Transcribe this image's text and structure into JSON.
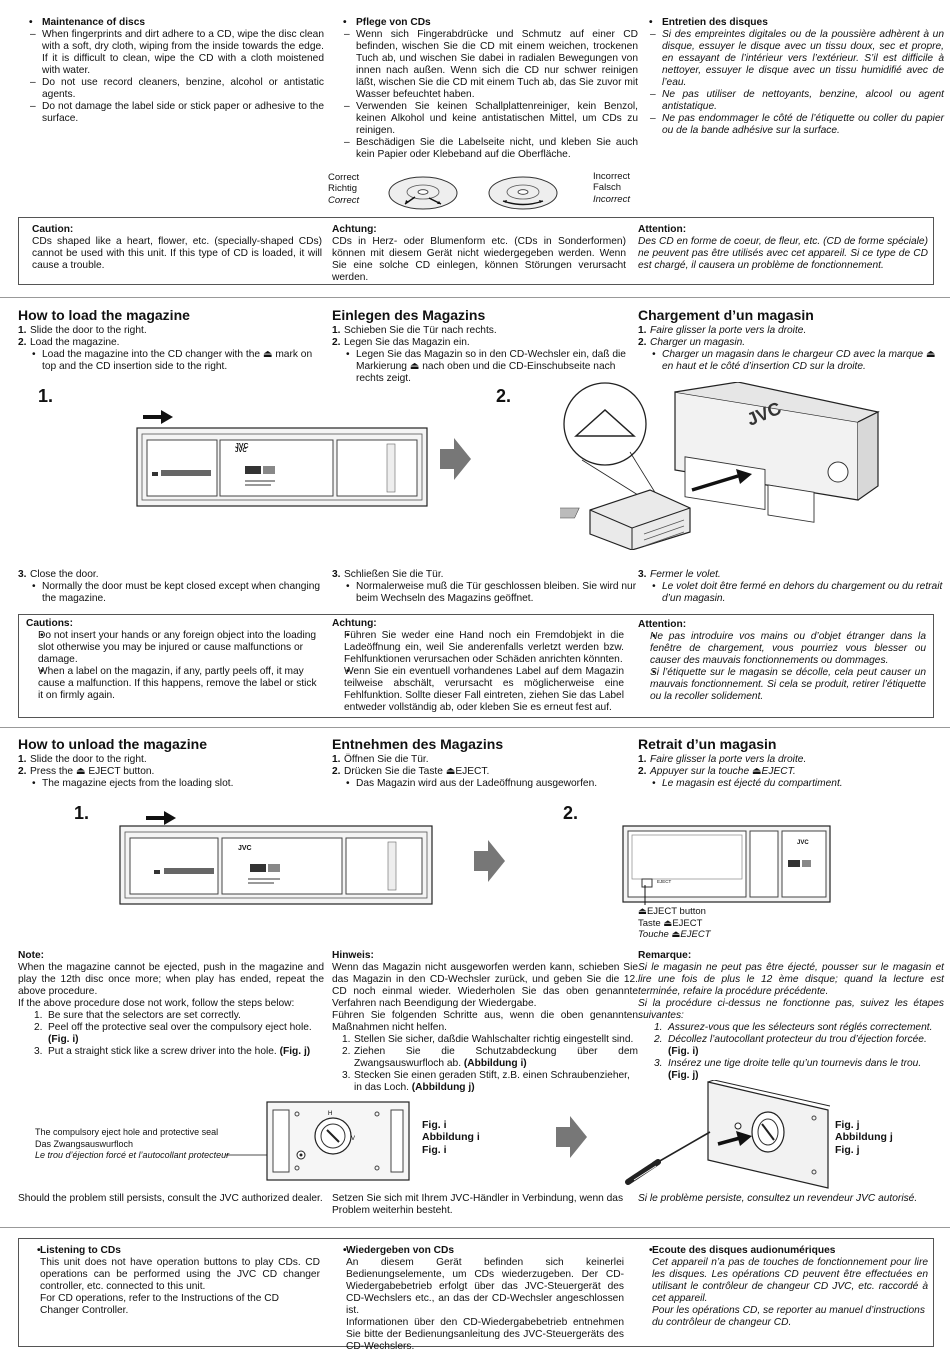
{
  "disc_care": {
    "en": {
      "title": "Maintenance of discs",
      "items": [
        "When fingerprints and dirt adhere to a CD, wipe the disc clean with a soft, dry cloth, wiping from the inside towards the edge. If it is difficult to clean, wipe the CD with a cloth moistened with water.",
        "Do not use record cleaners, benzine, alcohol or antistatic agents.",
        "Do not damage the label side or stick paper or adhesive to the surface."
      ]
    },
    "de": {
      "title": "Pflege von CDs",
      "items": [
        "Wenn sich Fingerabdrücke und Schmutz auf einer CD befinden, wischen Sie die CD mit einem weichen, trockenen Tuch ab, und wischen Sie dabei in radialen Bewegungen von innen nach außen. Wenn sich die CD nur schwer reinigen läßt, wischen Sie die CD mit einem Tuch ab, das Sie zuvor mit Wasser befeuchtet haben.",
        "Verwenden Sie keinen Schallplattenreiniger, kein Benzol, keinen Alkohol und keine antistatischen Mittel, um CDs zu reinigen.",
        "Beschädigen Sie die Labelseite nicht, und kleben Sie auch kein Papier oder Klebeband auf die Oberfläche."
      ]
    },
    "fr": {
      "title": "Entretien des disques",
      "items": [
        "Si des empreintes digitales ou de la poussière adhèrent à un disque, essuyer le disque avec un tissu doux, sec et propre, en essayant de l’intérieur vers l’extérieur. S’il est difficile à nettoyer, essuyer le disque avec un tissu humidifié avec de l’eau.",
        "Ne pas utiliser de nettoyants, benzine, alcool ou agent antistatique.",
        "Ne pas endommager le côté de l’étiquette ou coller du papier ou de la bande adhésive sur la surface."
      ]
    },
    "correct": [
      "Correct",
      "Richtig",
      "Correct"
    ],
    "incorrect": [
      "Incorrect",
      "Falsch",
      "Incorrect"
    ]
  },
  "caution1": {
    "en": {
      "title": "Caution:",
      "text": "CDs shaped like a heart, flower, etc. (specially-shaped CDs) cannot be used with this unit. If this type of CD is loaded, it will cause a trouble."
    },
    "de": {
      "title": "Achtung:",
      "text": "CDs in Herz- oder Blumenform etc. (CDs in Sonderformen) können mit diesem Gerät nicht wiedergegeben werden. Wenn Sie eine solche CD einlegen, können Störungen verursacht werden."
    },
    "fr": {
      "title": "Attention:",
      "text": "Des CD en forme de coeur, de fleur, etc. (CD de forme spéciale) ne peuvent pas être utilisés avec cet appareil. Si ce type de CD est chargé, il causera un problème de fonctionnement."
    }
  },
  "load": {
    "en": {
      "title": "How to load the magazine",
      "s1": "Slide the door to the right.",
      "s2": "Load the magazine.",
      "b": "Load the magazine into the CD changer with the ⏏ mark on top and the CD insertion side to the right.",
      "s3": "Close the door.",
      "b3": "Normally the door must be kept closed except when changing the magazine."
    },
    "de": {
      "title": "Einlegen des Magazins",
      "s1": "Schieben Sie die Tür nach rechts.",
      "s2": "Legen Sie das Magazin ein.",
      "b": "Legen Sie das Magazin so in den CD-Wechsler ein, daß die Markierung ⏏ nach oben und die CD-Einschubseite nach rechts zeigt.",
      "s3": "Schließen Sie die Tür.",
      "b3": "Normalerweise muß die Tür geschlossen bleiben. Sie wird nur beim Wechseln des Magazins geöffnet."
    },
    "fr": {
      "title": "Chargement d’un magasin",
      "s1": "Faire glisser la porte vers la droite.",
      "s2": "Charger un magasin.",
      "b": "Charger un magasin dans le chargeur CD avec la marque ⏏ en haut et le côté d’insertion CD sur la droite.",
      "s3": "Fermer le volet.",
      "b3": "Le volet doit être fermé en dehors du chargement ou du retrait d’un magasin."
    },
    "step1": "1.",
    "step2": "2.",
    "brand": "JVC"
  },
  "caution2": {
    "en": {
      "title": "Cautions:",
      "items": [
        "Do not insert your hands or any foreign object into the loading slot otherwise you may be injured or cause malfunctions or damage.",
        "When a label on the magazin, if any, partly peels off, it may cause a malfunction. If this happens, remove the label or stick it on firmly again."
      ]
    },
    "de": {
      "title": "Achtung:",
      "items": [
        "Führen Sie weder eine Hand noch ein Fremdobjekt in die Ladeöffnung ein, weil Sie anderenfalls verletzt werden bzw. Fehlfunktionen verursachen oder Schäden anrichten könnten.",
        "Wenn Sie ein eventuell vorhandenes Label auf dem Magazin teilweise abschält, verursacht es möglicherweise eine Fehlfunktion. Sollte dieser Fall eintreten, ziehen Sie das Label entweder vollständig ab, oder kleben Sie es erneut fest auf."
      ]
    },
    "fr": {
      "title": "Attention:",
      "items": [
        "Ne pas introduire vos mains ou d’objet étranger dans la fenêtre de chargement, vous pourriez vous blesser ou causer des mauvais fonctionnements ou dommages.",
        "Si l’étiquette sur le magasin se décolle, cela peut causer un mauvais fonctionnement. Si cela se produit, retirer l’étiquette ou la recoller solidement."
      ]
    }
  },
  "unload": {
    "en": {
      "title": "How to unload the magazine",
      "s1": "Slide the door to the right.",
      "s2": "Press the ⏏ EJECT button.",
      "b": "The magazine ejects from the loading slot."
    },
    "de": {
      "title": "Entnehmen des Magazins",
      "s1": "Öffnen Sie die Tür.",
      "s2": "Drücken Sie die Taste ⏏EJECT.",
      "b": "Das Magazin wird aus der Ladeöffnung ausgeworfen."
    },
    "fr": {
      "title": "Retrait d’un magasin",
      "s1": "Faire glisser la porte vers la droite.",
      "s2": "Appuyer sur la touche ⏏EJECT.",
      "b": "Le magasin est éjecté du compartiment."
    },
    "eject_labels": [
      "⏏EJECT button",
      "Taste ⏏EJECT",
      "Touche ⏏EJECT"
    ],
    "eject_small": "EJECT"
  },
  "note": {
    "en": {
      "title": "Note:",
      "p1": "When the magazine cannot be ejected, push in the magazine and play the 12th disc once more; when play has ended, repeat the above procedure.",
      "p2": "If the above procedure dose not work, follow the steps below:",
      "i1": "Be sure that the selectors are set correctly.",
      "i2": "Peel off the protective seal over the compulsory eject hole.",
      "i2f": "(Fig. i)",
      "i3": "Put a straight stick like a screw driver into the hole.",
      "i3f": "(Fig. j)",
      "final": "Should the problem still persists, consult the JVC authorized dealer."
    },
    "de": {
      "title": "Hinweis:",
      "p1": "Wenn das Magazin nicht ausgeworfen werden kann, schieben Sie das Magazin in den CD-Wechsler zurück, und geben Sie die 12. CD noch einmal wieder. Wiederholen Sie das oben genannte Verfahren nach Beendigung der Wiedergabe.",
      "p2": "Führen Sie folgenden Schritte aus, wenn die oben genannten Maßnahmen nicht helfen.",
      "i1": "Stellen Sie sicher, daßdie Wahlschalter richtig eingestellt sind.",
      "i2": "Ziehen Sie die Schutzabdeckung über dem Zwangsauswurfloch ab.",
      "i2f": "(Abbildung i)",
      "i3": "Stecken Sie einen geraden Stift, z.B. einen Schraubenzieher, in das Loch.",
      "i3f": "(Abbildung j)",
      "final": "Setzen Sie sich mit Ihrem JVC-Händler in Verbindung, wenn das Problem weiterhin besteht."
    },
    "fr": {
      "title": "Remarque:",
      "p1": "Si le magasin ne peut pas être éjecté, pousser sur le magasin et lire une fois de plus le 12 ème disque; quand la lecture est terminée, refaire la procédure précédente.",
      "p2": "Si la procédure ci-dessus ne fonctionne pas, suivez les étapes suivantes:",
      "i1": "Assurez-vous que les sélecteurs sont réglés correctement.",
      "i2": "Décollez l’autocollant protecteur du trou d’éjection forcée.",
      "i2f": "(Fig. i)",
      "i3": "Insérez une tige droite telle qu’un tournevis dans le trou.",
      "i3f": "(Fig. j)",
      "final": "Si le problème persiste, consultez un revendeur JVC autorisé."
    },
    "fig_i_caption": [
      "The compulsory eject hole and protective seal",
      "Das Zwangsauswurfloch",
      "Le trou d’éjection forcé et l’autocollant protecteur"
    ],
    "fig_i": [
      "Fig. i",
      "Abbildung i",
      "Fig. i"
    ],
    "fig_j": [
      "Fig. j",
      "Abbildung j",
      "Fig. j"
    ]
  },
  "listen": {
    "en": {
      "title": "Listening to CDs",
      "text": "This unit does not have operation buttons to play CDs. CD operations can be performed using the JVC CD changer controller, etc. connected to this unit.",
      "text2": "For CD operations, refer to the Instructions of the CD Changer Controller."
    },
    "de": {
      "title": "Wiedergeben von CDs",
      "text": "An diesem Gerät befinden sich keinerlei Bedienungselemente, um CDs wiederzugeben. Der CD-Wiedergabebetrieb erfolgt über das JVC-Steuergerät des CD-Wechslers etc., an das der CD-Wechsler angeschlossen ist.",
      "text2": "Informationen über den CD-Wiedergabebetrieb entnehmen Sie bitte der Bedienungsanleitung des JVC-Steuergeräts des CD-Wechslers."
    },
    "fr": {
      "title": "Ecoute des disques audionumériques",
      "text": "Cet appareil n’a pas de touches de fonctionnement pour lire les disques. Les opérations CD peuvent être effectuées en utilisant le contrôleur de changeur CD JVC, etc. raccordé à cet appareil.",
      "text2": "Pour les opérations CD, se reporter au manuel d’instructions du contrôleur de changeur CD."
    }
  }
}
